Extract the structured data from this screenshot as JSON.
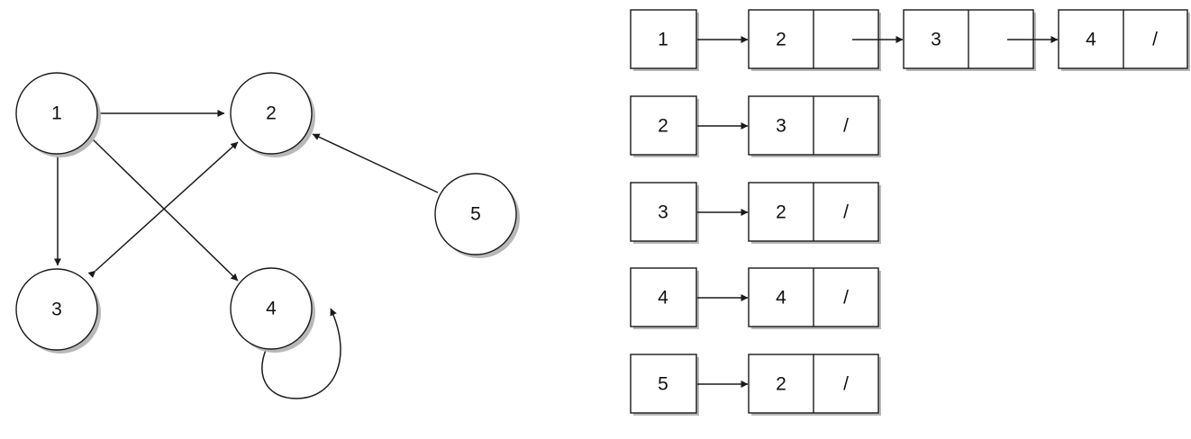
{
  "graph": {
    "nodes": [
      {
        "id": "1",
        "label": "1"
      },
      {
        "id": "2",
        "label": "2"
      },
      {
        "id": "3",
        "label": "3"
      },
      {
        "id": "4",
        "label": "4"
      },
      {
        "id": "5",
        "label": "5"
      }
    ],
    "edges": [
      {
        "from": "1",
        "to": "2"
      },
      {
        "from": "1",
        "to": "3"
      },
      {
        "from": "1",
        "to": "4"
      },
      {
        "from": "2",
        "to": "3"
      },
      {
        "from": "3",
        "to": "2"
      },
      {
        "from": "5",
        "to": "2"
      },
      {
        "from": "4",
        "to": "4"
      }
    ]
  },
  "adjacency_list": [
    {
      "head": "1",
      "entries": [
        "2",
        "3",
        "4"
      ],
      "terminator": "/"
    },
    {
      "head": "2",
      "entries": [
        "3"
      ],
      "terminator": "/"
    },
    {
      "head": "3",
      "entries": [
        "2"
      ],
      "terminator": "/"
    },
    {
      "head": "4",
      "entries": [
        "4"
      ],
      "terminator": "/"
    },
    {
      "head": "5",
      "entries": [
        "2"
      ],
      "terminator": "/"
    }
  ]
}
